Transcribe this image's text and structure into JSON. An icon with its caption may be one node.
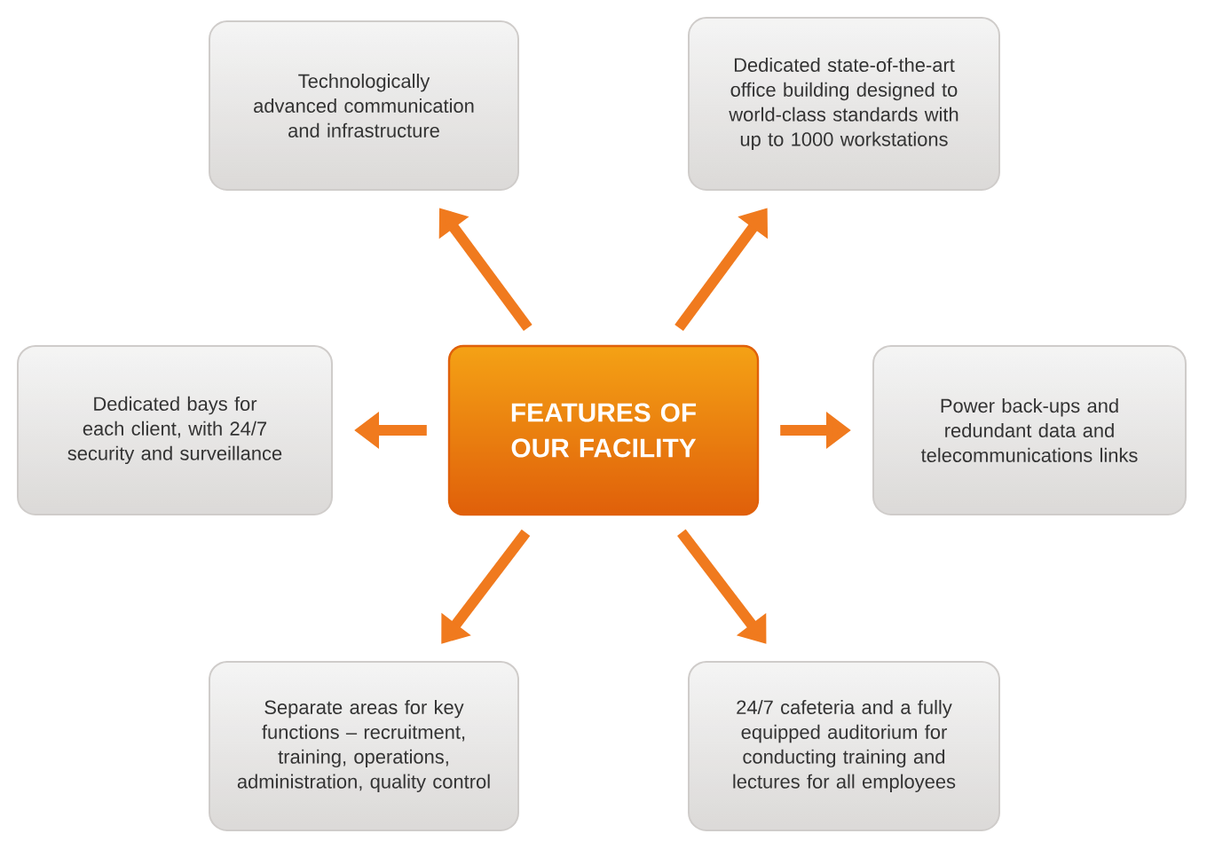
{
  "diagram": {
    "nodes": [
      {
        "text": [
          "FEATURES OF OUR FACILITY"
        ]
      },
      {
        "text": [
          "Technologically advanced communication and infrastructure"
        ]
      },
      {
        "text": [
          "Dedicated state-of-the-art office building designed to world-class standards with up to 1000 workstations"
        ]
      },
      {
        "text": [
          "Dedicated bays for each client, with 24/7 security and surveillance"
        ]
      },
      {
        "text": [
          "Power back-ups and redundant data and telecommunications links"
        ]
      },
      {
        "text": [
          "Separate areas for key functions – recruitment, training, operations, administration, quality control"
        ]
      },
      {
        "text": [
          "24/7 cafeteria and a fully equipped auditorium for conducting training and lectures for all employees"
        ]
      }
    ],
    "edges": [
      {
        "from": 0,
        "to": 1,
        "arrow": "to"
      },
      {
        "from": 0,
        "to": 2,
        "arrow": "to"
      },
      {
        "from": 0,
        "to": 3,
        "arrow": "to"
      },
      {
        "from": 0,
        "to": 4,
        "arrow": "to"
      },
      {
        "from": 0,
        "to": 5,
        "arrow": "to"
      },
      {
        "from": 0,
        "to": 6,
        "arrow": "to"
      }
    ]
  }
}
